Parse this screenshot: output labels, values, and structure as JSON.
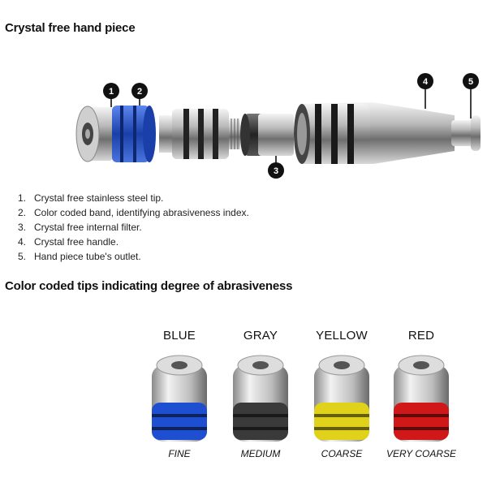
{
  "section1": {
    "title": "Crystal free hand piece"
  },
  "callouts": [
    "1",
    "2",
    "3",
    "4",
    "5"
  ],
  "parts": [
    {
      "num": "1.",
      "text": "Crystal free stainless steel tip."
    },
    {
      "num": "2.",
      "text": "Color coded band, identifying abrasiveness index."
    },
    {
      "num": "3.",
      "text": "Crystal free internal filter."
    },
    {
      "num": "4.",
      "text": "Crystal free handle."
    },
    {
      "num": "5.",
      "text": "Hand piece tube's outlet."
    }
  ],
  "section2": {
    "title": "Color coded tips indicating degree of abrasiveness"
  },
  "tips": [
    {
      "color_name": "BLUE",
      "grade": "FINE",
      "band_color": "#1e4fd0"
    },
    {
      "color_name": "GRAY",
      "grade": "MEDIUM",
      "band_color": "#3a3a3a"
    },
    {
      "color_name": "YELLOW",
      "grade": "COARSE",
      "band_color": "#e0d21a"
    },
    {
      "color_name": "RED",
      "grade": "VERY COARSE",
      "band_color": "#d01818"
    }
  ]
}
